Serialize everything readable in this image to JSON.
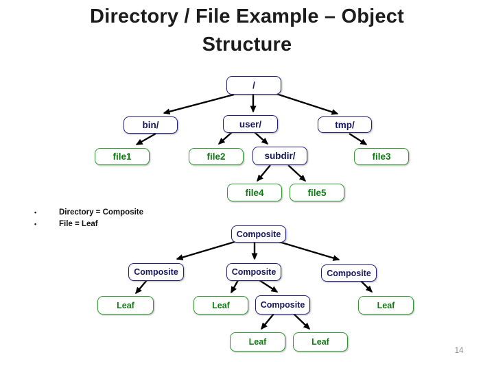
{
  "slide": {
    "title_line1": "Directory / File Example – Object",
    "title_line2": "Structure",
    "page_number": "14"
  },
  "bullets": [
    {
      "marker": "•",
      "text": "Directory = Composite"
    },
    {
      "marker": "•",
      "text": "File = Leaf"
    }
  ],
  "colors": {
    "directory_border": "#20207c",
    "directory_text": "#17175f",
    "file_border": "#2f9a2f",
    "file_text": "#0f7a12",
    "arrow": "#000000",
    "title_text": "#1c1c1c",
    "page_number_text": "#8c8c8c"
  },
  "file_tree": {
    "nodes": [
      {
        "label": "/",
        "type": "directory"
      },
      {
        "label": "bin/",
        "type": "directory"
      },
      {
        "label": "user/",
        "type": "directory"
      },
      {
        "label": "tmp/",
        "type": "directory"
      },
      {
        "label": "file1",
        "type": "file"
      },
      {
        "label": "file2",
        "type": "file"
      },
      {
        "label": "subdir/",
        "type": "directory"
      },
      {
        "label": "file3",
        "type": "file"
      },
      {
        "label": "file4",
        "type": "file"
      },
      {
        "label": "file5",
        "type": "file"
      }
    ],
    "edges": [
      [
        0,
        1
      ],
      [
        0,
        2
      ],
      [
        0,
        3
      ],
      [
        1,
        4
      ],
      [
        2,
        5
      ],
      [
        2,
        6
      ],
      [
        3,
        7
      ],
      [
        6,
        8
      ],
      [
        6,
        9
      ]
    ]
  },
  "object_tree": {
    "nodes": [
      {
        "label": "Composite",
        "type": "composite"
      },
      {
        "label": "Composite",
        "type": "composite"
      },
      {
        "label": "Composite",
        "type": "composite"
      },
      {
        "label": "Composite",
        "type": "composite"
      },
      {
        "label": "Leaf",
        "type": "leaf"
      },
      {
        "label": "Leaf",
        "type": "leaf"
      },
      {
        "label": "Composite",
        "type": "composite"
      },
      {
        "label": "Leaf",
        "type": "leaf"
      },
      {
        "label": "Leaf",
        "type": "leaf"
      },
      {
        "label": "Leaf",
        "type": "leaf"
      }
    ],
    "edges": [
      [
        0,
        1
      ],
      [
        0,
        2
      ],
      [
        0,
        3
      ],
      [
        1,
        4
      ],
      [
        2,
        5
      ],
      [
        2,
        6
      ],
      [
        3,
        7
      ],
      [
        6,
        8
      ],
      [
        6,
        9
      ]
    ]
  }
}
